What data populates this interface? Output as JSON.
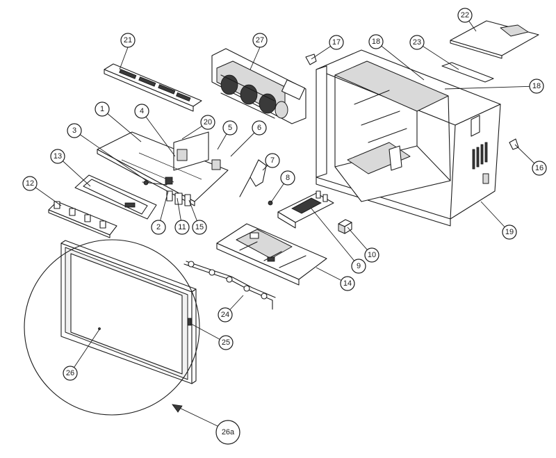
{
  "diagram": {
    "type": "exploded-parts-view",
    "callouts": [
      "1",
      "2",
      "3",
      "4",
      "5",
      "6",
      "7",
      "8",
      "9",
      "10",
      "11",
      "12",
      "13",
      "14",
      "15",
      "16",
      "17",
      "18",
      "18",
      "19",
      "20",
      "21",
      "22",
      "23",
      "24",
      "25",
      "26",
      "27",
      "26a"
    ]
  },
  "colors": {
    "line": "#1a1a1a",
    "panel": "#d9d9d9",
    "background": "#ffffff"
  }
}
